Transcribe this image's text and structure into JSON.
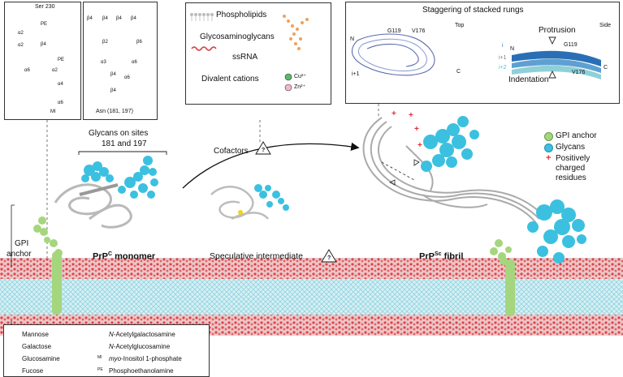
{
  "panel1": {
    "ser_label": "Ser 230",
    "pe_labels": [
      "PE",
      "PE"
    ],
    "mi_label": "MI",
    "linkages": [
      "α2",
      "α2",
      "β4",
      "α6",
      "α2",
      "α4",
      "α6"
    ]
  },
  "panel2": {
    "linkages": [
      "β4",
      "β4",
      "β4",
      "β4",
      "β2",
      "β6",
      "α3",
      "α6",
      "α6",
      "β4",
      "β4"
    ],
    "asn_label": "Asn (181, 197)"
  },
  "cofactor_box": {
    "phospholipids": "Phospholipids",
    "glycosaminoglycans": "Glycosaminoglycans",
    "ssrna": "ssRNA",
    "divalent": "Divalent cations",
    "cu": "Cu²⁺",
    "zn": "Zn²⁺"
  },
  "stagger_box": {
    "title": "Staggering of stacked rungs",
    "top": "Top",
    "side": "Side",
    "n_label": "N",
    "g119": "G119",
    "v176": "V176",
    "i1": "i+1",
    "c_label": "C",
    "protrusion": "Protrusion",
    "indentation": "Indentation",
    "side_i": "i",
    "side_n": "N",
    "side_i1": "i+1",
    "side_i2": "i+2",
    "side_g119": "G119",
    "side_v176": "V176",
    "side_c": "C"
  },
  "main": {
    "glycans_sites": "Glycans on sites\n181 and 197",
    "glycans_sites_line1": "Glycans on sites",
    "glycans_sites_line2": "181 and 197",
    "cofactors": "Cofactors",
    "question": "?",
    "gpi_anchor_line1": "GPI",
    "gpi_anchor_line2": "anchor",
    "prpc_main": "PrP",
    "prpc_sup": "C",
    "prpc_rest": " monomer",
    "intermediate": "Speculative intermediate",
    "prpsc_main": "PrP",
    "prpsc_sup": "Sc",
    "prpsc_rest": " fibril"
  },
  "right_legend": {
    "gpi": "GPI anchor",
    "glycans": "Glycans",
    "plus": "+",
    "positive_line1": "Positively",
    "positive_line2": "charged",
    "positive_line3": "residues"
  },
  "legend": {
    "mannose": "Mannose",
    "galactose": "Galactose",
    "glucosamine": "Glucosamine",
    "fucose": "Fucose",
    "galnac_prefix": "N",
    "galnac_rest": "-Acetylgalactosamine",
    "glcnac_prefix": "N",
    "glcnac_rest": "-Acetylglucosamine",
    "inositol_prefix": "myo",
    "inositol_rest": "-Inositol 1-phosphate",
    "pe_full": "Phosphoethanolamine",
    "mi_symbol": "MI",
    "pe_symbol": "PE"
  },
  "colors": {
    "mannose": "#3a9a4a",
    "galactose": "#f2d21b",
    "glcnac": "#2a6fb5",
    "fucose": "#e05540",
    "glycan_cyan": "#3cc0e0",
    "gpi_green": "#a5d67e",
    "plus_red": "#e0303a",
    "membrane_head": "#d9454d",
    "membrane_tail": "#a7dde6"
  }
}
